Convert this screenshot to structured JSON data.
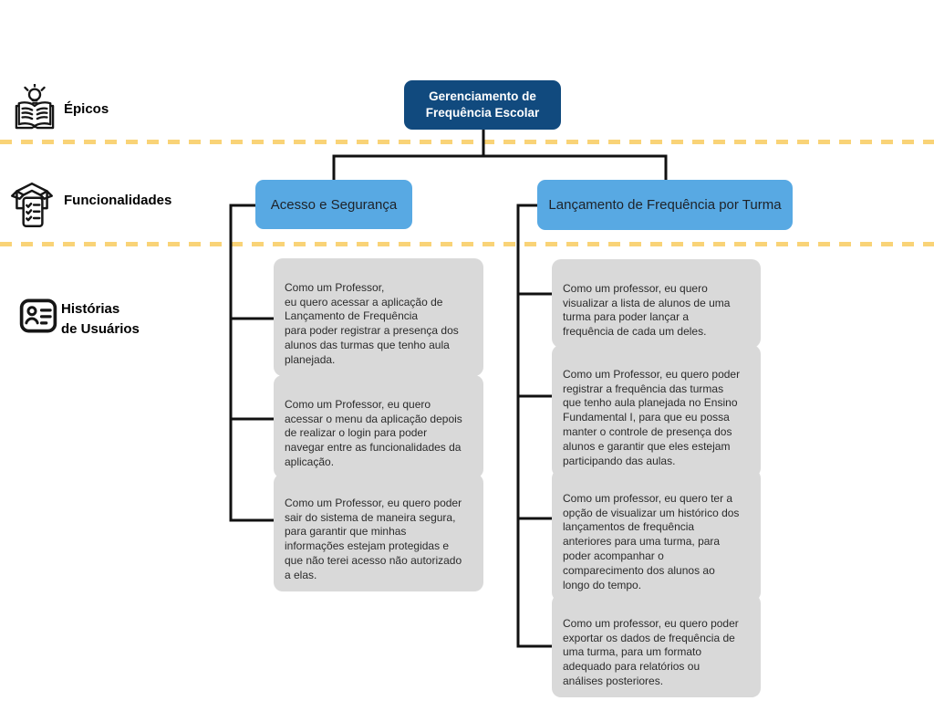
{
  "colors": {
    "epic_bg": "#114A7E",
    "epic_text": "#FFFFFF",
    "feature_bg": "#58A9E3",
    "feature_text": "#1E2228",
    "story_bg": "#D9D9D9",
    "story_text": "#2B2B2B",
    "connector": "#111111",
    "divider_dash": "#F9D377",
    "label_text": "#000000"
  },
  "legend": {
    "rows": [
      {
        "label": "Épicos",
        "icon": "book-lightbulb-icon"
      },
      {
        "label": "Funcionalidades",
        "icon": "open-box-checklist-icon"
      },
      {
        "label": "Histórias\nde Usuários",
        "icon": "user-id-card-icon"
      }
    ]
  },
  "epic": {
    "title": "Gerenciamento de\nFrequência Escolar"
  },
  "features": [
    {
      "label": "Acesso e Segurança"
    },
    {
      "label": "Lançamento de Frequência por Turma"
    }
  ],
  "stories": {
    "acesso_e_seguranca": [
      {
        "text": "Como um Professor,\neu quero acessar a aplicação de\nLançamento de Frequência\npara poder registrar a presença dos\nalunos das turmas que tenho aula\nplanejada."
      },
      {
        "text": "Como um Professor, eu quero\nacessar o menu da aplicação depois\nde realizar o login para poder\nnavegar entre as funcionalidades da\naplicação."
      },
      {
        "text": "Como um Professor, eu quero poder\nsair do sistema de maneira segura,\npara garantir que minhas\ninformações estejam protegidas e\nque não terei acesso não autorizado\na elas."
      }
    ],
    "lancamento_por_turma": [
      {
        "text": "Como um professor, eu quero\nvisualizar a lista de alunos de uma\nturma para poder lançar a\nfrequência de cada um deles."
      },
      {
        "text": "Como um Professor, eu quero poder\nregistrar a frequência das turmas\nque tenho aula planejada no Ensino\nFundamental I, para que eu possa\nmanter o controle de presença dos\nalunos e garantir que eles estejam\nparticipando das aulas."
      },
      {
        "text": "Como um professor, eu quero ter a\nopção de visualizar um histórico dos\nlançamentos de frequência\nanteriores para uma turma, para\npoder acompanhar o\ncomparecimento dos alunos ao\nlongo do tempo."
      },
      {
        "text": "Como um professor, eu quero poder\nexportar os dados de frequência de\numa turma, para um formato\nadequado para relatórios ou\nanálises posteriores."
      }
    ]
  }
}
